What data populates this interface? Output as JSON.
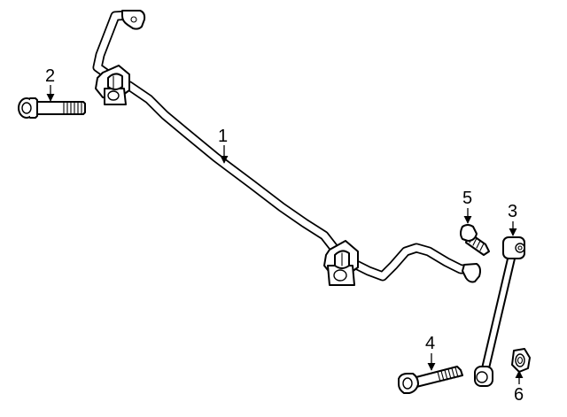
{
  "callouts": [
    {
      "id": "stabilizer-bar",
      "label": "1"
    },
    {
      "id": "frame-bolt",
      "label": "2"
    },
    {
      "id": "stabilizer-link",
      "label": "3"
    },
    {
      "id": "link-bolt",
      "label": "4"
    },
    {
      "id": "bushing-bolt",
      "label": "5"
    },
    {
      "id": "link-nut",
      "label": "6"
    }
  ]
}
